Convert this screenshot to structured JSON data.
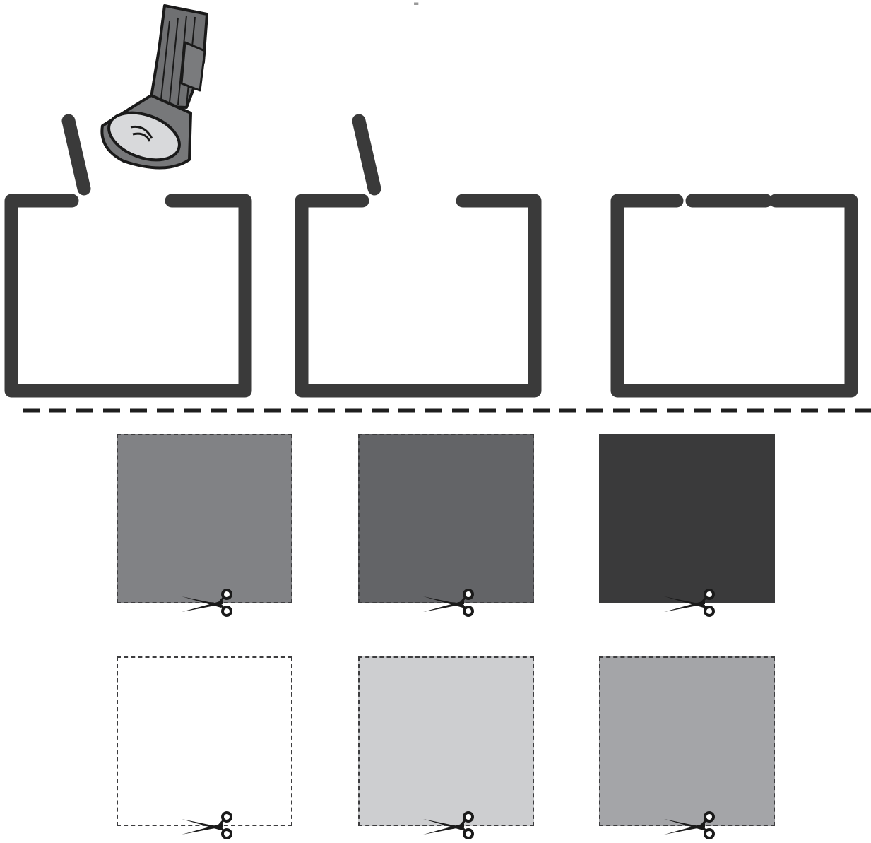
{
  "mark_text": "=",
  "colors": {
    "frame": "#3a3a3a",
    "dash_line": "#1e1e1e"
  },
  "boxes": [
    {
      "name": "box-open-left",
      "lid": "open"
    },
    {
      "name": "box-open-middle",
      "lid": "open"
    },
    {
      "name": "box-closed",
      "lid": "closed"
    }
  ],
  "swatches": [
    {
      "fill": "#818285",
      "dashed_outline": true
    },
    {
      "fill": "#636467",
      "dashed_outline": true
    },
    {
      "fill": "#3a3a3b",
      "dashed_outline": false
    },
    {
      "fill": "#ffffff",
      "dashed_outline": true
    },
    {
      "fill": "#cdced0",
      "dashed_outline": true
    },
    {
      "fill": "#a4a5a8",
      "dashed_outline": true
    }
  ],
  "icons": [
    "flashlight-icon",
    "scissors-icon"
  ]
}
